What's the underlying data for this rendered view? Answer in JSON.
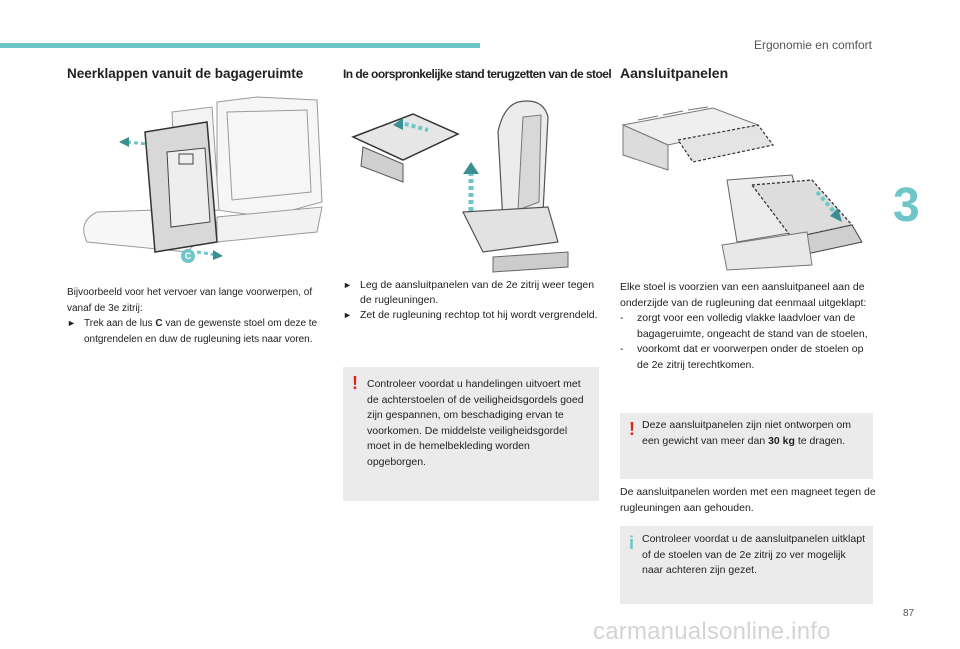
{
  "header": {
    "section_title": "Ergonomie en comfort"
  },
  "chapter_number": "3",
  "page_number": "87",
  "watermark": "carmanualsonline.info",
  "colors": {
    "accent": "#6ec6c8",
    "warning": "#e2231a",
    "box_background": "#ebebeb"
  },
  "column1": {
    "heading": "Neerklappen vanuit de bagageruimte",
    "callout_label": "C",
    "intro": "Bijvoorbeeld voor het vervoer van lange voorwerpen, of vanaf de 3e zitrij:",
    "bullets": [
      {
        "prefix": "Trek aan de lus ",
        "strong": "C",
        "suffix": " van de gewenste stoel om deze te ontgrendelen en duw de rugleuning iets naar voren."
      }
    ]
  },
  "column2": {
    "heading": "In de oorspronkelijke stand terugzetten van de stoel",
    "bullets": [
      "Leg de aansluitpanelen van de 2e zitrij weer tegen de rugleuningen.",
      "Zet de rugleuning rechtop tot hij wordt vergrendeld."
    ],
    "warning": "Controleer voordat u handelingen uitvoert met de achterstoelen of de veiligheidsgordels goed zijn gespannen, om beschadiging ervan te voorkomen. De middelste veiligheidsgordel moet in de hemelbekleding worden opgeborgen."
  },
  "column3": {
    "heading": "Aansluitpanelen",
    "intro": "Elke stoel is voorzien van een aansluitpaneel aan de onderzijde van de rugleuning dat eenmaal uitgeklapt:",
    "dashes": [
      "zorgt voor een volledig vlakke laadvloer van de bagageruimte, ongeacht de stand van de stoelen,",
      "voorkomt dat er voorwerpen onder de stoelen op de 2e zitrij terechtkomen."
    ],
    "warning_prefix": "Deze aansluitpanelen zijn niet ontworpen om een gewicht van meer dan ",
    "warning_strong": "30 kg",
    "warning_suffix": " te dragen.",
    "paragraph": "De aansluitpanelen worden met een magneet tegen de rugleuningen aan gehouden.",
    "info": "Controleer voordat u de aansluitpanelen uitklapt of de stoelen van de 2e zitrij zo ver mogelijk naar achteren zijn gezet."
  },
  "symbols": {
    "bullet": "►",
    "dash": "-",
    "warning_mark": "!",
    "info_mark": "i"
  }
}
